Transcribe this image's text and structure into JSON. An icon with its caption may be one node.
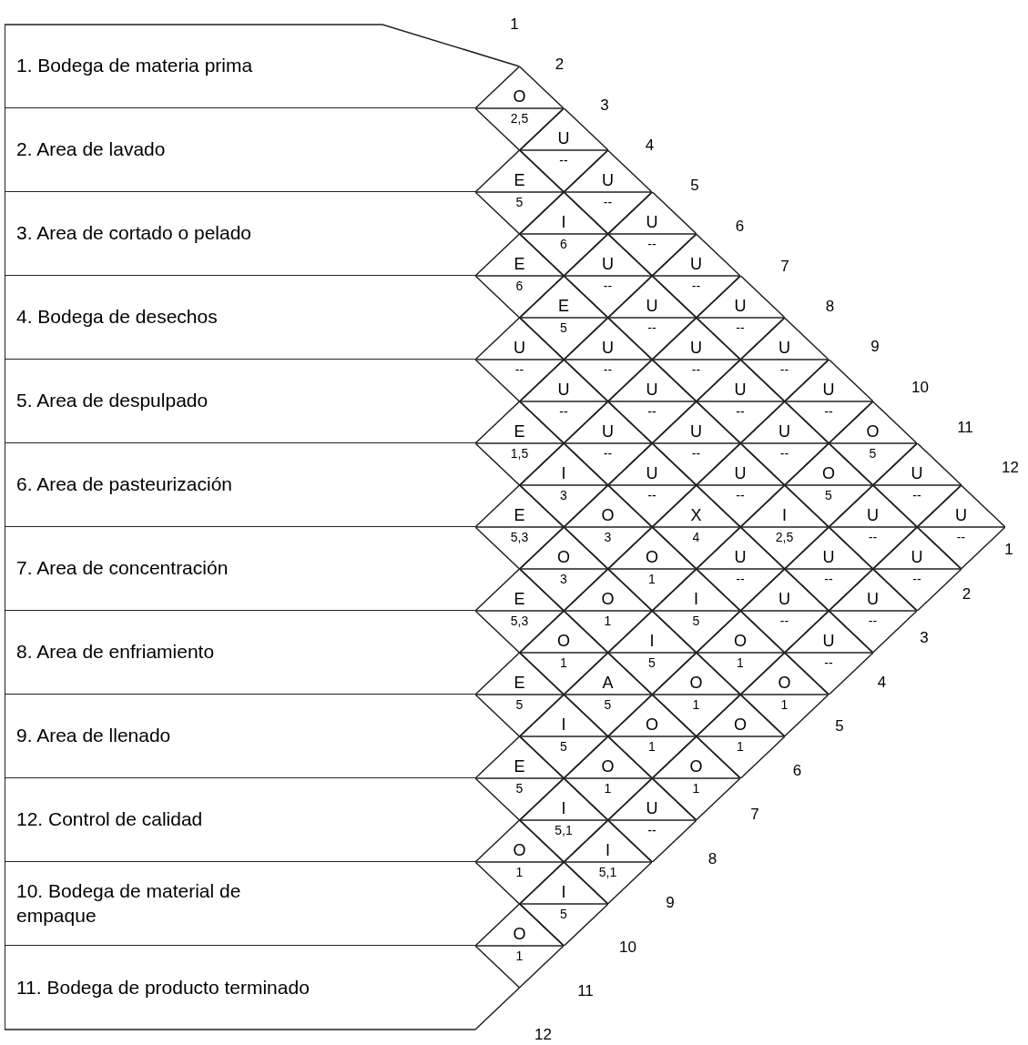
{
  "diagram": {
    "nodes": [
      {
        "text": [
          "1. Bodega de materia prima"
        ]
      },
      {
        "text": [
          "2. Area de lavado"
        ]
      },
      {
        "text": [
          "3. Area de cortado o pelado"
        ]
      },
      {
        "text": [
          "4. Bodega de desechos"
        ]
      },
      {
        "text": [
          "5. Area de despulpado"
        ]
      },
      {
        "text": [
          "6. Area de pasteurización"
        ]
      },
      {
        "text": [
          "7. Area de concentración"
        ]
      },
      {
        "text": [
          "8. Area de enfriamiento"
        ]
      },
      {
        "text": [
          "9. Area de llenado"
        ]
      },
      {
        "text": [
          "12. Control de calidad"
        ]
      },
      {
        "text": [
          "10. Bodega de material de empaque"
        ]
      },
      {
        "text": [
          "11. Bodega de producto terminado"
        ]
      },
      {
        "text": [
          "O",
          "2,5"
        ]
      },
      {
        "text": [
          "U",
          "--"
        ]
      },
      {
        "text": [
          "E",
          "5"
        ]
      },
      {
        "text": [
          "U",
          "--"
        ]
      },
      {
        "text": [
          "I",
          "6"
        ]
      },
      {
        "text": [
          "U",
          "--"
        ]
      },
      {
        "text": [
          "E",
          "6"
        ]
      },
      {
        "text": [
          "U",
          "--"
        ]
      },
      {
        "text": [
          "U",
          "--"
        ]
      },
      {
        "text": [
          "E",
          "5"
        ]
      },
      {
        "text": [
          "U",
          "--"
        ]
      },
      {
        "text": [
          "U",
          "--"
        ]
      },
      {
        "text": [
          "U",
          "--"
        ]
      },
      {
        "text": [
          "U",
          "--"
        ]
      },
      {
        "text": [
          "U",
          "--"
        ]
      },
      {
        "text": [
          "U",
          "--"
        ]
      },
      {
        "text": [
          "U",
          "--"
        ]
      },
      {
        "text": [
          "U",
          "--"
        ]
      },
      {
        "text": [
          "U",
          "--"
        ]
      },
      {
        "text": [
          "U",
          "--"
        ]
      },
      {
        "text": [
          "E",
          "1,5"
        ]
      },
      {
        "text": [
          "U",
          "--"
        ]
      },
      {
        "text": [
          "U",
          "--"
        ]
      },
      {
        "text": [
          "U",
          "--"
        ]
      },
      {
        "text": [
          "O",
          "5"
        ]
      },
      {
        "text": [
          "I",
          "3"
        ]
      },
      {
        "text": [
          "U",
          "--"
        ]
      },
      {
        "text": [
          "U",
          "--"
        ]
      },
      {
        "text": [
          "O",
          "5"
        ]
      },
      {
        "text": [
          "U",
          "--"
        ]
      },
      {
        "text": [
          "E",
          "5,3"
        ]
      },
      {
        "text": [
          "O",
          "3"
        ]
      },
      {
        "text": [
          "X",
          "4"
        ]
      },
      {
        "text": [
          "I",
          "2,5"
        ]
      },
      {
        "text": [
          "U",
          "--"
        ]
      },
      {
        "text": [
          "U",
          "--"
        ]
      },
      {
        "text": [
          "O",
          "3"
        ]
      },
      {
        "text": [
          "O",
          "1"
        ]
      },
      {
        "text": [
          "U",
          "--"
        ]
      },
      {
        "text": [
          "U",
          "--"
        ]
      },
      {
        "text": [
          "U",
          "--"
        ]
      },
      {
        "text": [
          "E",
          "5,3"
        ]
      },
      {
        "text": [
          "O",
          "1"
        ]
      },
      {
        "text": [
          "I",
          "5"
        ]
      },
      {
        "text": [
          "U",
          "--"
        ]
      },
      {
        "text": [
          "U",
          "--"
        ]
      },
      {
        "text": [
          "O",
          "1"
        ]
      },
      {
        "text": [
          "I",
          "5"
        ]
      },
      {
        "text": [
          "O",
          "1"
        ]
      },
      {
        "text": [
          "U",
          "--"
        ]
      },
      {
        "text": [
          "E",
          "5"
        ]
      },
      {
        "text": [
          "A",
          "5"
        ]
      },
      {
        "text": [
          "O",
          "1"
        ]
      },
      {
        "text": [
          "O",
          "1"
        ]
      },
      {
        "text": [
          "I",
          "5"
        ]
      },
      {
        "text": [
          "O",
          "1"
        ]
      },
      {
        "text": [
          "O",
          "1"
        ]
      },
      {
        "text": [
          "E",
          "5"
        ]
      },
      {
        "text": [
          "O",
          "1"
        ]
      },
      {
        "text": [
          "O",
          "1"
        ]
      },
      {
        "text": [
          "I",
          "5,1"
        ]
      },
      {
        "text": [
          "U",
          "--"
        ]
      },
      {
        "text": [
          "O",
          "1"
        ]
      },
      {
        "text": [
          "I",
          "5,1"
        ]
      },
      {
        "text": [
          "I",
          "5"
        ]
      },
      {
        "text": [
          "O",
          "1"
        ]
      }
    ],
    "labels": [
      "1",
      "2",
      "3",
      "4",
      "5",
      "6",
      "7",
      "8",
      "9",
      "10",
      "11",
      "12",
      "1",
      "2",
      "3",
      "4",
      "5",
      "6",
      "7",
      "8",
      "9",
      "10",
      "11",
      "12"
    ]
  }
}
